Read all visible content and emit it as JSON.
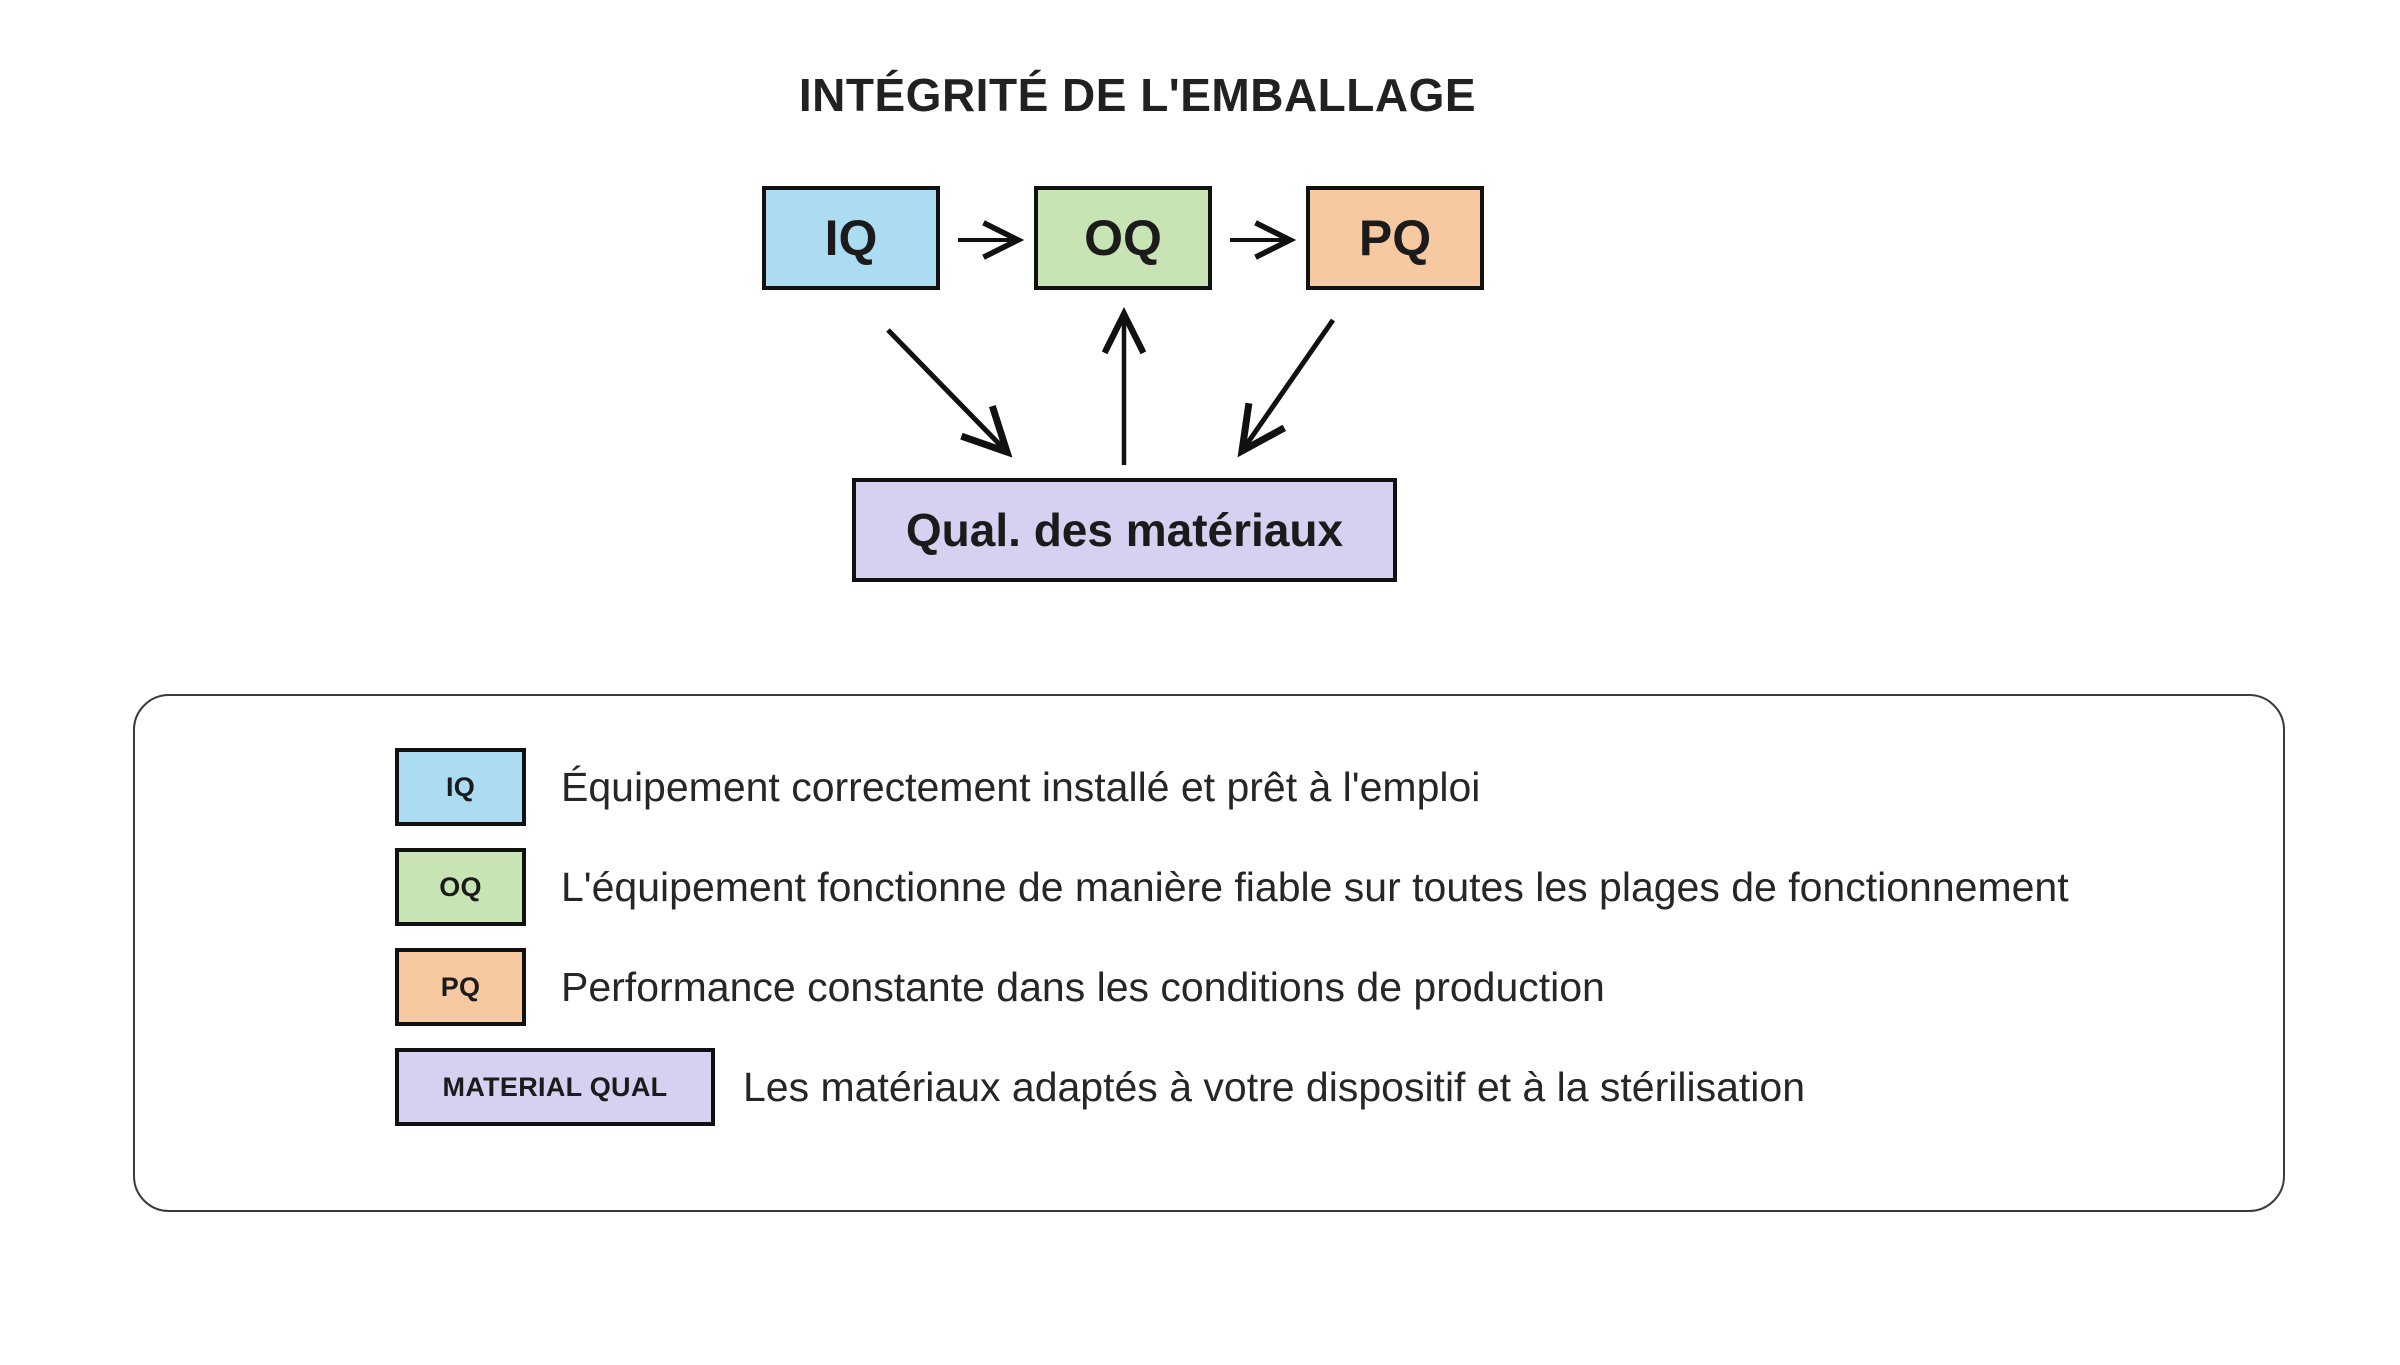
{
  "title": "INTÉGRITÉ DE L'EMBALLAGE",
  "colors": {
    "iq": "#ABDCF2",
    "oq": "#C9E4B4",
    "pq": "#F7C9A0",
    "material": "#D8D0F0",
    "border": "#111111",
    "text": "#1b1b1b",
    "panel_border": "#3a3a3a",
    "background": "#ffffff"
  },
  "flow": {
    "nodes": [
      {
        "id": "iq",
        "label": "IQ",
        "color": "#ABDCF2"
      },
      {
        "id": "oq",
        "label": "OQ",
        "color": "#C9E4B4"
      },
      {
        "id": "pq",
        "label": "PQ",
        "color": "#F7C9A0"
      },
      {
        "id": "material",
        "label": "Qual. des matériaux",
        "color": "#D8D0F0"
      }
    ],
    "connections": [
      {
        "from": "IQ",
        "to": "OQ",
        "style": "straight-right"
      },
      {
        "from": "OQ",
        "to": "PQ",
        "style": "straight-right"
      },
      {
        "from": "IQ",
        "to": "Qual. des matériaux",
        "style": "diagonal-down-right"
      },
      {
        "from": "Qual. des matériaux",
        "to": "OQ",
        "style": "vertical-up"
      },
      {
        "from": "PQ",
        "to": "Qual. des matériaux",
        "style": "diagonal-down-left"
      }
    ]
  },
  "legend": {
    "items": [
      {
        "code": "IQ",
        "color": "#ABDCF2",
        "width": "small",
        "description": "Équipement correctement installé et prêt à l'emploi"
      },
      {
        "code": "OQ",
        "color": "#C9E4B4",
        "width": "small",
        "description": "L'équipement fonctionne de manière fiable sur toutes les plages de fonctionnement"
      },
      {
        "code": "PQ",
        "color": "#F7C9A0",
        "width": "small",
        "description": "Performance constante dans les conditions de production"
      },
      {
        "code": "MATERIAL QUAL",
        "color": "#D8D0F0",
        "width": "wide",
        "description": "Les matériaux adaptés à votre dispositif et à la stérilisation"
      }
    ]
  }
}
